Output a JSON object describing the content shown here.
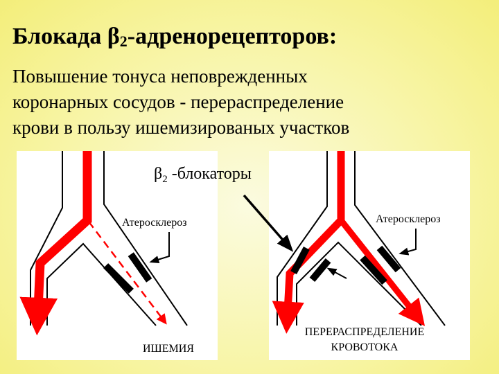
{
  "slide": {
    "title_main": "Блокада β",
    "title_sub": "2",
    "title_rest": "-адренорецепторов:",
    "subtitle_lines": [
      "Повышение тонуса неповрежденных",
      "коронарных сосудов - перераспределение",
      "крови в пользу ишемизированых участков"
    ]
  },
  "diagram": {
    "blockers_label_main": "β",
    "blockers_label_sub": "2",
    "blockers_label_rest": " -блокаторы",
    "left_panel": {
      "plaque_label": "Атеросклероз",
      "caption": "ИШЕМИЯ"
    },
    "right_panel": {
      "plaque_label": "Атеросклероз",
      "caption_line1": "ПЕРЕРАСПРЕДЕЛЕНИЕ",
      "caption_line2": "КРОВОТОКА"
    }
  },
  "colors": {
    "blood": "#ff0000",
    "vessel_wall": "#000000",
    "panel_background": "#ffffff",
    "slide_background": "#f8f5a8"
  }
}
